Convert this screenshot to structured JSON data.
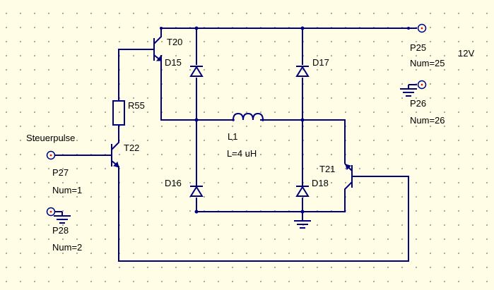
{
  "labels": {
    "t20": "T20",
    "d15": "D15",
    "d17": "D17",
    "r55": "R55",
    "steuerpulse": "Steuerpulse",
    "t22": "T22",
    "l1_name": "L1",
    "l1_value": "L=4 uH",
    "d16": "D16",
    "t21": "T21",
    "d18": "D18",
    "p25": "P25",
    "p25_num": "Num=25",
    "v12": "12V",
    "p26": "P26",
    "p26_num": "Num=26",
    "p27": "P27",
    "p27_num": "Num=1",
    "p28": "P28",
    "p28_num": "Num=2"
  },
  "colors": {
    "wire": "#00007f",
    "background": "#fffde6",
    "grid_dot": "#9a9a9a",
    "port_pin": "#ff0000"
  }
}
